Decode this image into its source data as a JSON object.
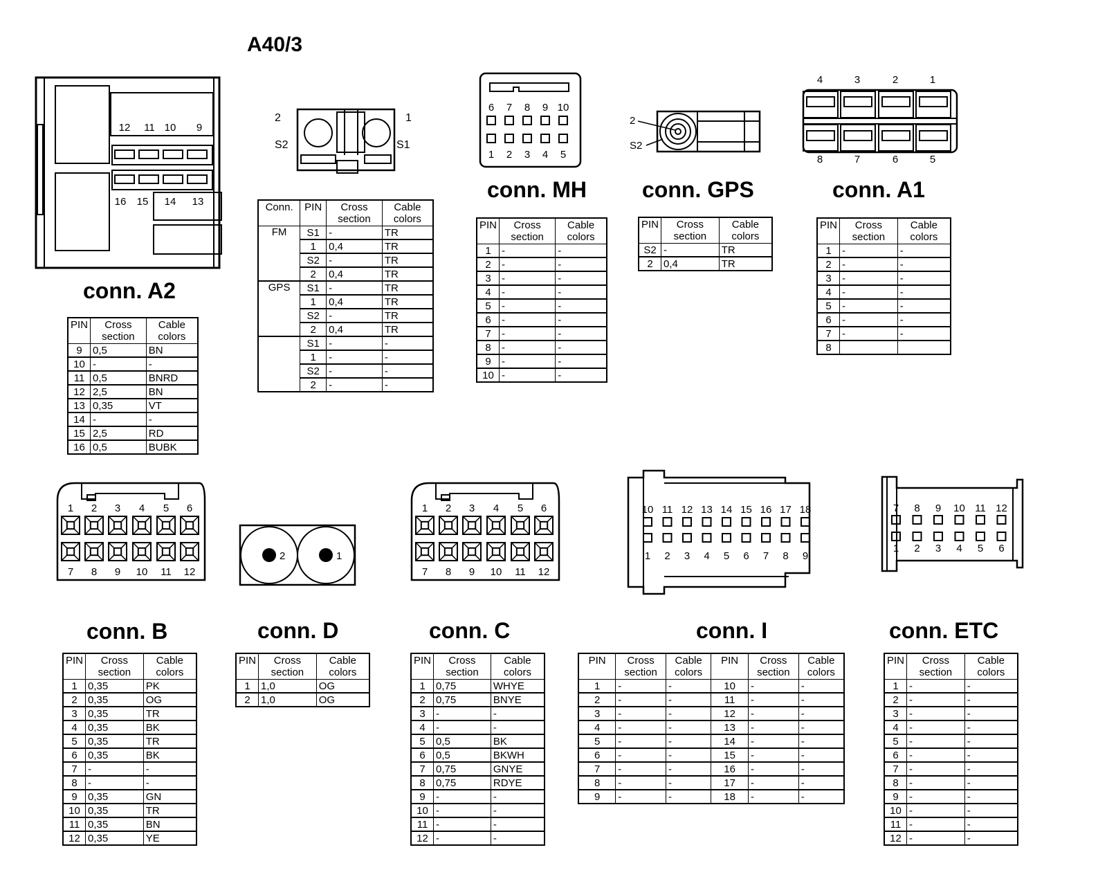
{
  "title": "A40/3",
  "headers": {
    "pin": "PIN",
    "cross": "Cross section",
    "cable": "Cable colors",
    "conn": "Conn."
  },
  "connectors": {
    "A2": {
      "label": "conn. A2",
      "top_pins": [
        "12",
        "11",
        "10",
        "9"
      ],
      "bottom_pins": [
        "16",
        "15",
        "14",
        "13"
      ],
      "rows": [
        [
          "9",
          "0,5",
          "BN"
        ],
        [
          "10",
          "-",
          "-"
        ],
        [
          "11",
          "0,5",
          "BNRD"
        ],
        [
          "12",
          "2,5",
          "BN"
        ],
        [
          "13",
          "0,35",
          "VT"
        ],
        [
          "14",
          "-",
          "-"
        ],
        [
          "15",
          "2,5",
          "RD"
        ],
        [
          "16",
          "0,5",
          "BUBK"
        ]
      ]
    },
    "FMGPS": {
      "pin_labels": [
        "2",
        "1",
        "S2",
        "S1"
      ],
      "groups": [
        {
          "name": "FM",
          "rows": [
            [
              "S1",
              "-",
              "TR"
            ],
            [
              "1",
              "0,4",
              "TR"
            ],
            [
              "S2",
              "-",
              "TR"
            ],
            [
              "2",
              "0,4",
              "TR"
            ]
          ]
        },
        {
          "name": "GPS",
          "rows": [
            [
              "S1",
              "-",
              "TR"
            ],
            [
              "1",
              "0,4",
              "TR"
            ],
            [
              "S2",
              "-",
              "TR"
            ],
            [
              "2",
              "0,4",
              "TR"
            ]
          ]
        },
        {
          "name": "",
          "rows": [
            [
              "S1",
              "-",
              "-"
            ],
            [
              "1",
              "-",
              "-"
            ],
            [
              "S2",
              "-",
              "-"
            ],
            [
              "2",
              "-",
              "-"
            ]
          ]
        }
      ]
    },
    "MH": {
      "label": "conn. MH",
      "top_pins": [
        "6",
        "7",
        "8",
        "9",
        "10"
      ],
      "bottom_pins": [
        "1",
        "2",
        "3",
        "4",
        "5"
      ],
      "rows": [
        [
          "1",
          "-",
          "-"
        ],
        [
          "2",
          "-",
          "-"
        ],
        [
          "3",
          "-",
          "-"
        ],
        [
          "4",
          "-",
          "-"
        ],
        [
          "5",
          "-",
          "-"
        ],
        [
          "6",
          "-",
          "-"
        ],
        [
          "7",
          "-",
          "-"
        ],
        [
          "8",
          "-",
          "-"
        ],
        [
          "9",
          "-",
          "-"
        ],
        [
          "10",
          "-",
          "-"
        ]
      ]
    },
    "GPS": {
      "label": "conn. GPS",
      "pin_labels": [
        "2",
        "S2"
      ],
      "rows": [
        [
          "S2",
          "-",
          "TR"
        ],
        [
          "2",
          "0,4",
          "TR"
        ]
      ]
    },
    "A1": {
      "label": "conn. A1",
      "top_pins": [
        "4",
        "3",
        "2",
        "1"
      ],
      "bottom_pins": [
        "8",
        "7",
        "6",
        "5"
      ],
      "rows": [
        [
          "1",
          "-",
          "-"
        ],
        [
          "2",
          "-",
          "-"
        ],
        [
          "3",
          "-",
          "-"
        ],
        [
          "4",
          "-",
          "-"
        ],
        [
          "5",
          "-",
          "-"
        ],
        [
          "6",
          "-",
          "-"
        ],
        [
          "7",
          "-",
          "-"
        ],
        [
          "8",
          "",
          ""
        ]
      ]
    },
    "B": {
      "label": "conn. B",
      "top_pins": [
        "1",
        "2",
        "3",
        "4",
        "5",
        "6"
      ],
      "bottom_pins": [
        "7",
        "8",
        "9",
        "10",
        "11",
        "12"
      ],
      "rows": [
        [
          "1",
          "0,35",
          "PK"
        ],
        [
          "2",
          "0,35",
          "OG"
        ],
        [
          "3",
          "0,35",
          "TR"
        ],
        [
          "4",
          "0,35",
          "BK"
        ],
        [
          "5",
          "0,35",
          "TR"
        ],
        [
          "6",
          "0,35",
          "BK"
        ],
        [
          "7",
          "-",
          "-"
        ],
        [
          "8",
          "-",
          "-"
        ],
        [
          "9",
          "0,35",
          "GN"
        ],
        [
          "10",
          "0,35",
          "TR"
        ],
        [
          "11",
          "0,35",
          "BN"
        ],
        [
          "12",
          "0,35",
          "YE"
        ]
      ]
    },
    "D": {
      "label": "conn. D",
      "pins": [
        "2",
        "1"
      ],
      "rows": [
        [
          "1",
          "1,0",
          "OG"
        ],
        [
          "2",
          "1,0",
          "OG"
        ]
      ]
    },
    "C": {
      "label": "conn. C",
      "top_pins": [
        "1",
        "2",
        "3",
        "4",
        "5",
        "6"
      ],
      "bottom_pins": [
        "7",
        "8",
        "9",
        "10",
        "11",
        "12"
      ],
      "rows": [
        [
          "1",
          "0,75",
          "WHYE"
        ],
        [
          "2",
          "0,75",
          "BNYE"
        ],
        [
          "3",
          "-",
          "-"
        ],
        [
          "4",
          "-",
          "-"
        ],
        [
          "5",
          "0,5",
          "BK"
        ],
        [
          "6",
          "0,5",
          "BKWH"
        ],
        [
          "7",
          "0,75",
          "GNYE"
        ],
        [
          "8",
          "0,75",
          "RDYE"
        ],
        [
          "9",
          "-",
          "-"
        ],
        [
          "10",
          "-",
          "-"
        ],
        [
          "11",
          "-",
          "-"
        ],
        [
          "12",
          "-",
          "-"
        ]
      ]
    },
    "I": {
      "label": "conn. I",
      "top_pins": [
        "10",
        "11",
        "12",
        "13",
        "14",
        "15",
        "16",
        "17",
        "18"
      ],
      "bottom_pins": [
        "1",
        "2",
        "3",
        "4",
        "5",
        "6",
        "7",
        "8",
        "9"
      ],
      "rows": [
        [
          "1",
          "-",
          "-",
          "10",
          "-",
          "-"
        ],
        [
          "2",
          "-",
          "-",
          "11",
          "-",
          "-"
        ],
        [
          "3",
          "-",
          "-",
          "12",
          "-",
          "-"
        ],
        [
          "4",
          "-",
          "-",
          "13",
          "-",
          "-"
        ],
        [
          "5",
          "-",
          "-",
          "14",
          "-",
          "-"
        ],
        [
          "6",
          "-",
          "-",
          "15",
          "-",
          "-"
        ],
        [
          "7",
          "-",
          "-",
          "16",
          "-",
          "-"
        ],
        [
          "8",
          "-",
          "-",
          "17",
          "-",
          "-"
        ],
        [
          "9",
          "-",
          "-",
          "18",
          "-",
          "-"
        ]
      ]
    },
    "ETC": {
      "label": "conn. ETC",
      "top_pins": [
        "7",
        "8",
        "9",
        "10",
        "11",
        "12"
      ],
      "bottom_pins": [
        "1",
        "2",
        "3",
        "4",
        "5",
        "6"
      ],
      "rows": [
        [
          "1",
          "-",
          "-"
        ],
        [
          "2",
          "-",
          "-"
        ],
        [
          "3",
          "-",
          "-"
        ],
        [
          "4",
          "-",
          "-"
        ],
        [
          "5",
          "-",
          "-"
        ],
        [
          "6",
          "-",
          "-"
        ],
        [
          "7",
          "-",
          "-"
        ],
        [
          "8",
          "-",
          "-"
        ],
        [
          "9",
          "-",
          "-"
        ],
        [
          "10",
          "-",
          "-"
        ],
        [
          "11",
          "-",
          "-"
        ],
        [
          "12",
          "-",
          "-"
        ]
      ]
    }
  }
}
